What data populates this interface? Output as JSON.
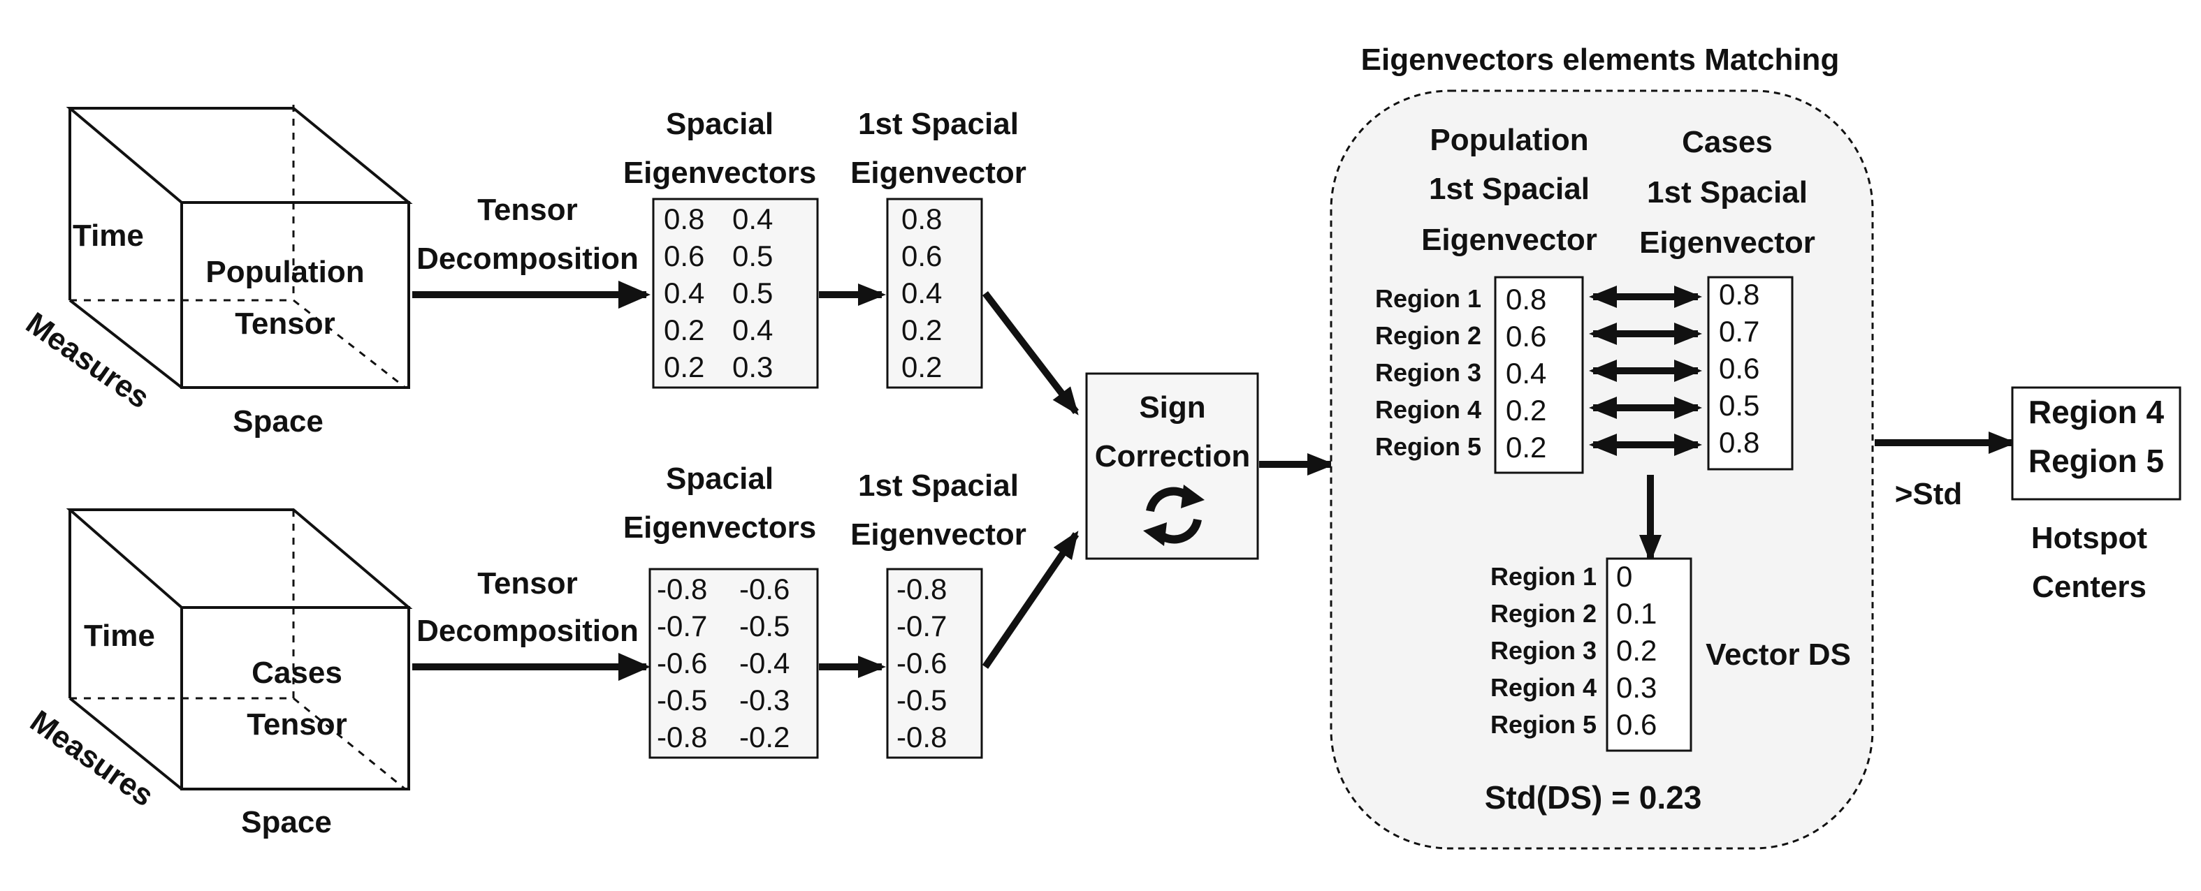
{
  "top_cube": {
    "time_label": "Time",
    "measures_label": "Measures",
    "space_label": "Space",
    "tensor_name": "Population",
    "tensor_word": "Tensor"
  },
  "bottom_cube": {
    "time_label": "Time",
    "measures_label": "Measures",
    "space_label": "Space",
    "tensor_name": "Cases",
    "tensor_word": "Tensor"
  },
  "decomposition": {
    "line1": "Tensor",
    "line2": "Decomposition"
  },
  "top_eigenvectors": {
    "title_line1": "Spacial",
    "title_line2": "Eigenvectors",
    "rows": [
      [
        "0.8",
        "0.4"
      ],
      [
        "0.6",
        "0.5"
      ],
      [
        "0.4",
        "0.5"
      ],
      [
        "0.2",
        "0.4"
      ],
      [
        "0.2",
        "0.3"
      ]
    ]
  },
  "top_first": {
    "title_line1": "1st Spacial",
    "title_line2": "Eigenvector",
    "values": [
      "0.8",
      "0.6",
      "0.4",
      "0.2",
      "0.2"
    ]
  },
  "bottom_eigenvectors": {
    "title_line1": "Spacial",
    "title_line2": "Eigenvectors",
    "rows": [
      [
        "-0.8",
        "-0.6"
      ],
      [
        "-0.7",
        "-0.5"
      ],
      [
        "-0.6",
        "-0.4"
      ],
      [
        "-0.5",
        "-0.3"
      ],
      [
        "-0.8",
        "-0.2"
      ]
    ]
  },
  "bottom_first": {
    "title_line1": "1st Spacial",
    "title_line2": "Eigenvector",
    "values": [
      "-0.8",
      "-0.7",
      "-0.6",
      "-0.5",
      "-0.8"
    ]
  },
  "sign_correction": {
    "line1": "Sign",
    "line2": "Correction",
    "icon": "refresh-icon"
  },
  "matching": {
    "title": "Eigenvectors elements Matching",
    "population": {
      "title_line1": "Population",
      "title_line2": "1st Spacial",
      "title_line3": "Eigenvector",
      "values": [
        "0.8",
        "0.6",
        "0.4",
        "0.2",
        "0.2"
      ]
    },
    "cases": {
      "title_line1": "Cases",
      "title_line2": "1st Spacial",
      "title_line3": "Eigenvector",
      "values": [
        "0.8",
        "0.7",
        "0.6",
        "0.5",
        "0.8"
      ]
    },
    "regions": [
      "Region 1",
      "Region 2",
      "Region 3",
      "Region 4",
      "Region 5"
    ],
    "ds": {
      "label": "Vector DS",
      "values": [
        "0",
        "0.1",
        "0.2",
        "0.3",
        "0.6"
      ]
    },
    "std_label": "Std(DS) = ",
    "std_value": "0.23"
  },
  "threshold_label": ">Std",
  "hotspot": {
    "regions": [
      "Region 4",
      "Region 5"
    ],
    "caption_line1": "Hotspot",
    "caption_line2": "Centers"
  }
}
